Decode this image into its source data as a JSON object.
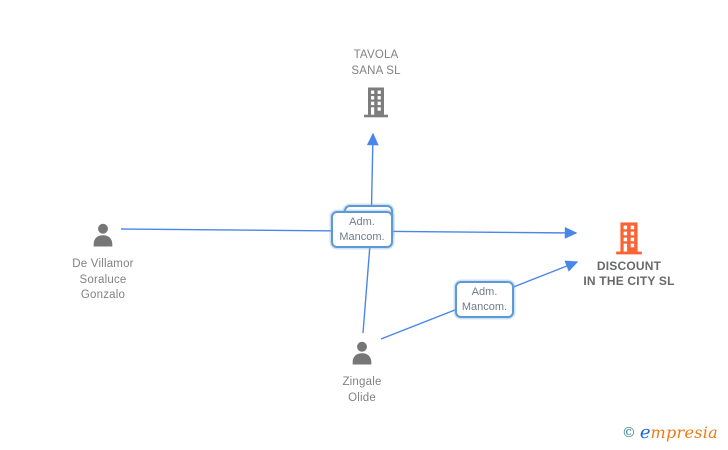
{
  "diagram": {
    "nodes": {
      "tavola": {
        "label": "TAVOLA\nSANA SL",
        "type": "company"
      },
      "devillamor": {
        "label": "De Villamor\nSoraluce\nGonzalo",
        "type": "person"
      },
      "discount": {
        "label": "DISCOUNT\nIN THE CITY SL",
        "type": "company-highlighted"
      },
      "zingale": {
        "label": "Zingale\nOlide",
        "type": "person"
      }
    },
    "edge_labels": {
      "adm_mancom_1": "Adm.\nMancom.",
      "adm_mancom_2": "Adm.\nMancom."
    },
    "colors": {
      "edge_blue": "#4a86e8",
      "box_border_blue": "#5b9bd5",
      "company_gray": "#7d7d7d",
      "company_highlight_orange": "#fb6234",
      "person_gray": "#767676",
      "label_gray": "#828282"
    }
  },
  "footer": {
    "logo_copyright": "©",
    "logo_first_letter": "e",
    "logo_rest": "mpresia"
  }
}
